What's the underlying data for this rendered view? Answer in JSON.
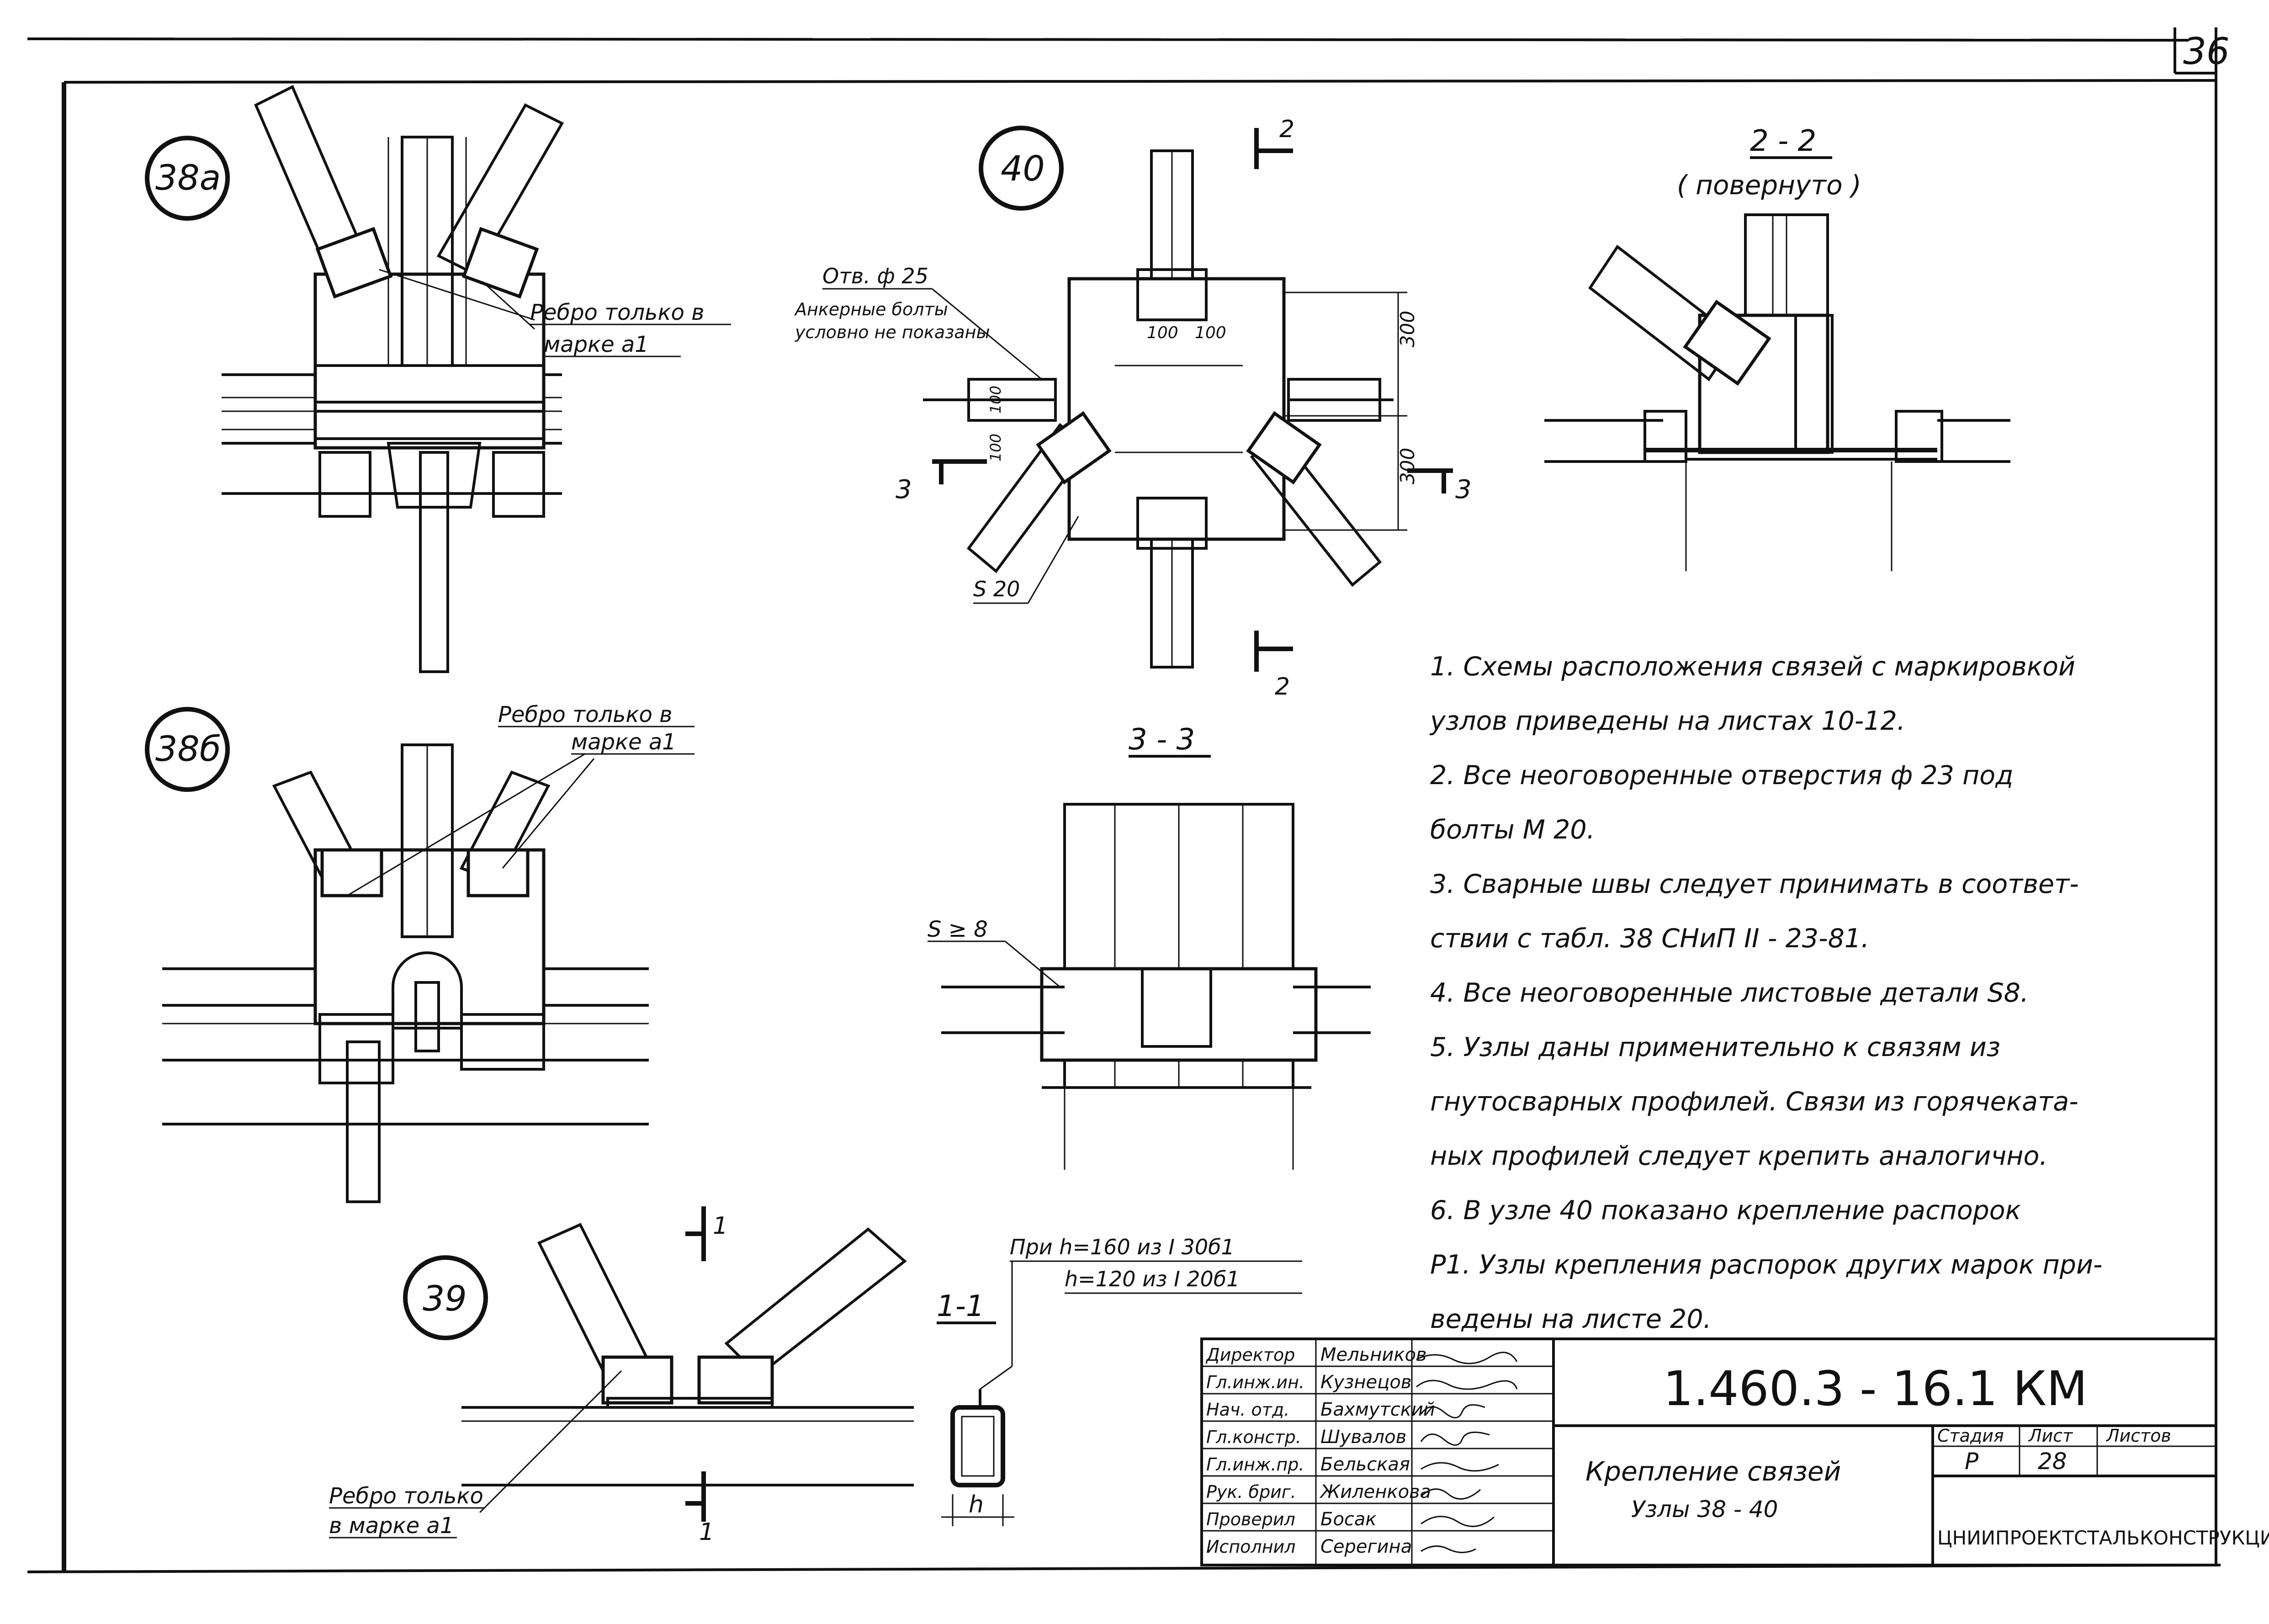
{
  "sheet_number": "36",
  "nodes": {
    "n38a": "38а",
    "n38b": "38б",
    "n39": "39",
    "n40": "40"
  },
  "callouts": {
    "rib_only_a": "Ребро только в",
    "rib_only_b": "марке а1",
    "rib_only_c": "Ребро только в",
    "rib_only_d": "марке а1",
    "rib_only_e": "Ребро только",
    "rib_only_f": "в марке а1",
    "hole": "Отв. ф 25",
    "anchor_1": "Анкерные болты",
    "anchor_2": "условно не показаны",
    "s20": "S 20",
    "s8": "S ≥ 8",
    "profile_1": "При h=160 из I 30б1",
    "profile_2": "h=120 из I 20б1",
    "h": "h"
  },
  "dims": {
    "d100a": "100",
    "d100b": "100",
    "d100c": "100",
    "d100d": "100",
    "d300a": "300",
    "d300b": "300"
  },
  "sections": {
    "s22_title": "2 - 2",
    "s22_sub": "( повернуто )",
    "s33_title": "3 - 3",
    "s11_title": "1-1",
    "cut2_top": "2",
    "cut2_bottom": "2",
    "cut3_left": "3",
    "cut3_right": "3",
    "cut1_top": "1",
    "cut1_bottom": "1"
  },
  "notes": [
    "1. Схемы расположения связей с маркировкой",
    "узлов приведены на листах 10-12.",
    "2. Все неоговоренные отверстия ф 23 под",
    "болты М 20.",
    "3. Сварные швы следует принимать в соответ-",
    "ствии с табл. 38 СНиП II - 23-81.",
    "4. Все неоговоренные листовые детали S8.",
    "5. Узлы даны применительно к связям из",
    "гнутосварных профилей. Связи из горячеката-",
    "ных профилей следует крепить аналогично.",
    "6. В узле 40 показано крепление распорок",
    "Р1. Узлы крепления распорок других марок при-",
    "ведены на листе 20."
  ],
  "stamp": {
    "code": "1.460.3 - 16.1 КМ",
    "title_1": "Крепление связей",
    "title_2": "Узлы 38 - 40",
    "stage_label": "Стадия",
    "sheet_label": "Лист",
    "sheets_label": "Листов",
    "stage": "Р",
    "sheet": "28",
    "sheets": "",
    "org": "ЦНИИПРОЕКТСТАЛЬКОНСТРУКЦИЯ",
    "roles": [
      {
        "role": "Директор",
        "name": "Мельников"
      },
      {
        "role": "Гл.инж.ин.",
        "name": "Кузнецов"
      },
      {
        "role": "Нач. отд.",
        "name": "Бахмутский"
      },
      {
        "role": "Гл.констр.",
        "name": "Шувалов"
      },
      {
        "role": "Гл.инж.пр.",
        "name": "Бельская"
      },
      {
        "role": "Рук. бриг.",
        "name": "Жиленкова"
      },
      {
        "role": "Проверил",
        "name": "Босак"
      },
      {
        "role": "Исполнил",
        "name": "Серегина"
      }
    ]
  }
}
